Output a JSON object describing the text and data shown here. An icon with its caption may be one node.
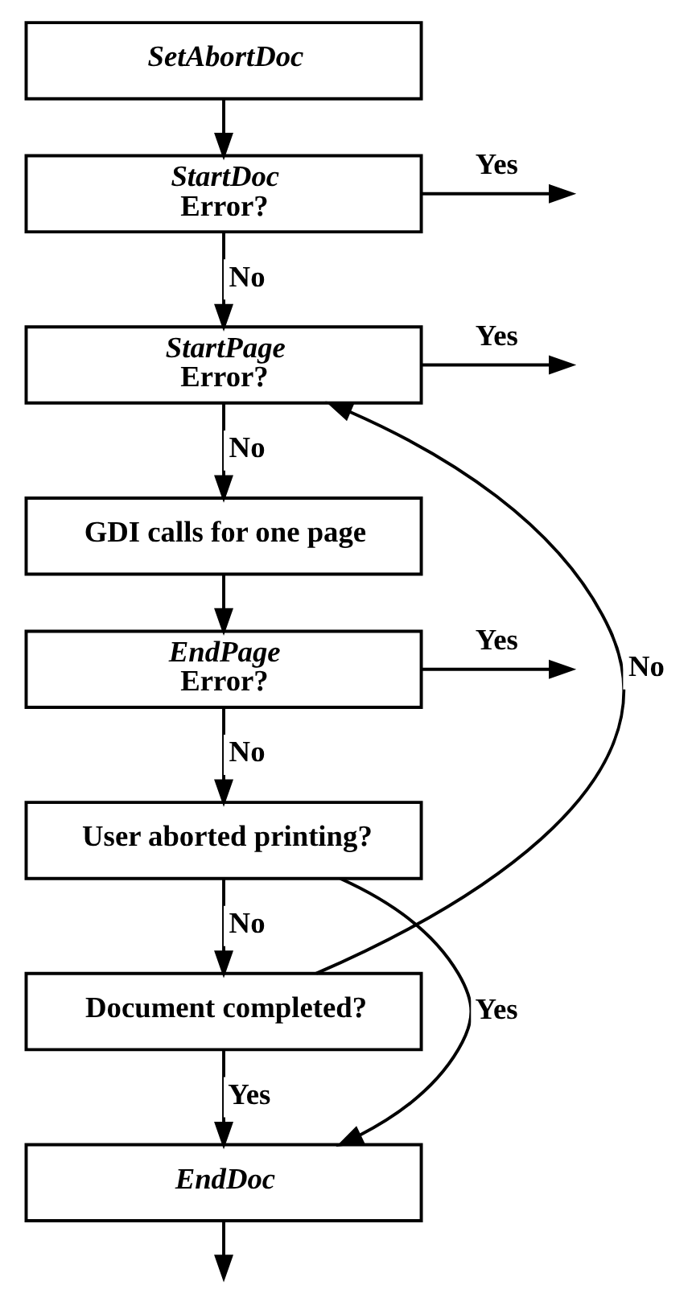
{
  "diagram": {
    "nodes": [
      {
        "text": [
          "SetAbortDoc"
        ]
      },
      {
        "text": [
          "StartDoc",
          "Error?"
        ]
      },
      {
        "text": [
          "StartPage",
          "Error?"
        ]
      },
      {
        "text": [
          "GDI calls for one page"
        ]
      },
      {
        "text": [
          "EndPage",
          "Error?"
        ]
      },
      {
        "text": [
          "User aborted printing?"
        ]
      },
      {
        "text": [
          "Document completed?"
        ]
      },
      {
        "text": [
          "EndDoc"
        ]
      }
    ],
    "edges": [
      {
        "from": 0,
        "to": 1,
        "arrow": "to"
      },
      {
        "from": 1,
        "to": null,
        "arrow": "to",
        "label": "Yes"
      },
      {
        "from": 1,
        "to": 2,
        "arrow": "to",
        "label": "No"
      },
      {
        "from": 2,
        "to": null,
        "arrow": "to",
        "label": "Yes"
      },
      {
        "from": 2,
        "to": 3,
        "arrow": "to",
        "label": "No"
      },
      {
        "from": 3,
        "to": 4,
        "arrow": "to"
      },
      {
        "from": 4,
        "to": null,
        "arrow": "to",
        "label": "Yes"
      },
      {
        "from": 4,
        "to": 5,
        "arrow": "to",
        "label": "No"
      },
      {
        "from": 5,
        "to": 7,
        "arrow": "to",
        "label": "Yes"
      },
      {
        "from": 5,
        "to": 6,
        "arrow": "to",
        "label": "No"
      },
      {
        "from": 6,
        "to": 2,
        "arrow": "to",
        "label": "No"
      },
      {
        "from": 6,
        "to": 7,
        "arrow": "to",
        "label": "Yes"
      },
      {
        "from": 7,
        "to": null,
        "arrow": "to"
      }
    ]
  }
}
